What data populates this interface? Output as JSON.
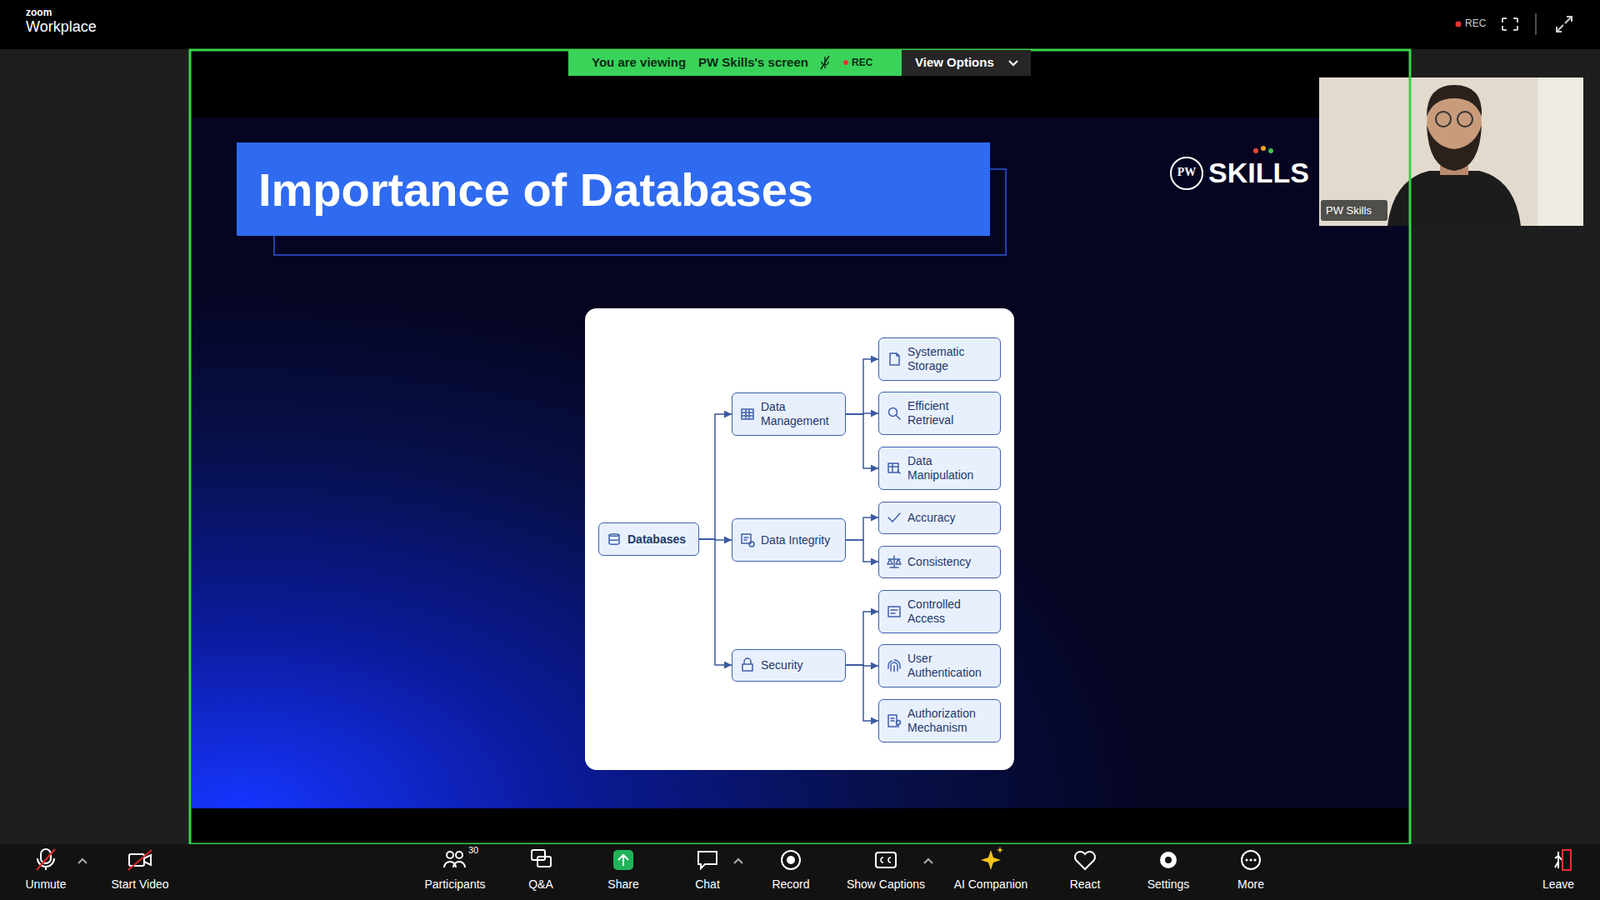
{
  "diagram": {
    "title": "Importance of Databases",
    "nodes": [
      {
        "text": [
          "Databases"
        ]
      },
      {
        "text": [
          "Data Management"
        ]
      },
      {
        "text": [
          "Systematic Storage"
        ]
      },
      {
        "text": [
          "Efficient Retrieval"
        ]
      },
      {
        "text": [
          "Data Manipulation"
        ]
      },
      {
        "text": [
          "Data Integrity"
        ]
      },
      {
        "text": [
          "Accuracy"
        ]
      },
      {
        "text": [
          "Consistency"
        ]
      },
      {
        "text": [
          "Security"
        ]
      },
      {
        "text": [
          "Controlled Access"
        ]
      },
      {
        "text": [
          "User Authentication"
        ]
      },
      {
        "text": [
          "Authorization Mechanism"
        ]
      }
    ],
    "edges": [
      {
        "from": 0,
        "to": 1,
        "arrow": "to"
      },
      {
        "from": 0,
        "to": 5,
        "arrow": "to"
      },
      {
        "from": 0,
        "to": 8,
        "arrow": "to"
      },
      {
        "from": 1,
        "to": 2,
        "arrow": "to"
      },
      {
        "from": 1,
        "to": 3,
        "arrow": "to"
      },
      {
        "from": 1,
        "to": 4,
        "arrow": "to"
      },
      {
        "from": 5,
        "to": 6,
        "arrow": "to"
      },
      {
        "from": 5,
        "to": 7,
        "arrow": "to"
      },
      {
        "from": 8,
        "to": 9,
        "arrow": "to"
      },
      {
        "from": 8,
        "to": 10,
        "arrow": "to"
      },
      {
        "from": 8,
        "to": 11,
        "arrow": "to"
      }
    ],
    "labels": [
      "zoom",
      "Workplace",
      "REC",
      "You are viewing",
      "PW Skills's screen",
      "REC",
      "View Options",
      "PW",
      "SKILLS",
      "PW Skills",
      "Unmute",
      "Start Video",
      "30",
      "Participants",
      "Q&A",
      "Share",
      "Chat",
      "Record",
      "Show Captions",
      "AI Companion",
      "React",
      "Settings",
      "More",
      "Leave"
    ]
  }
}
